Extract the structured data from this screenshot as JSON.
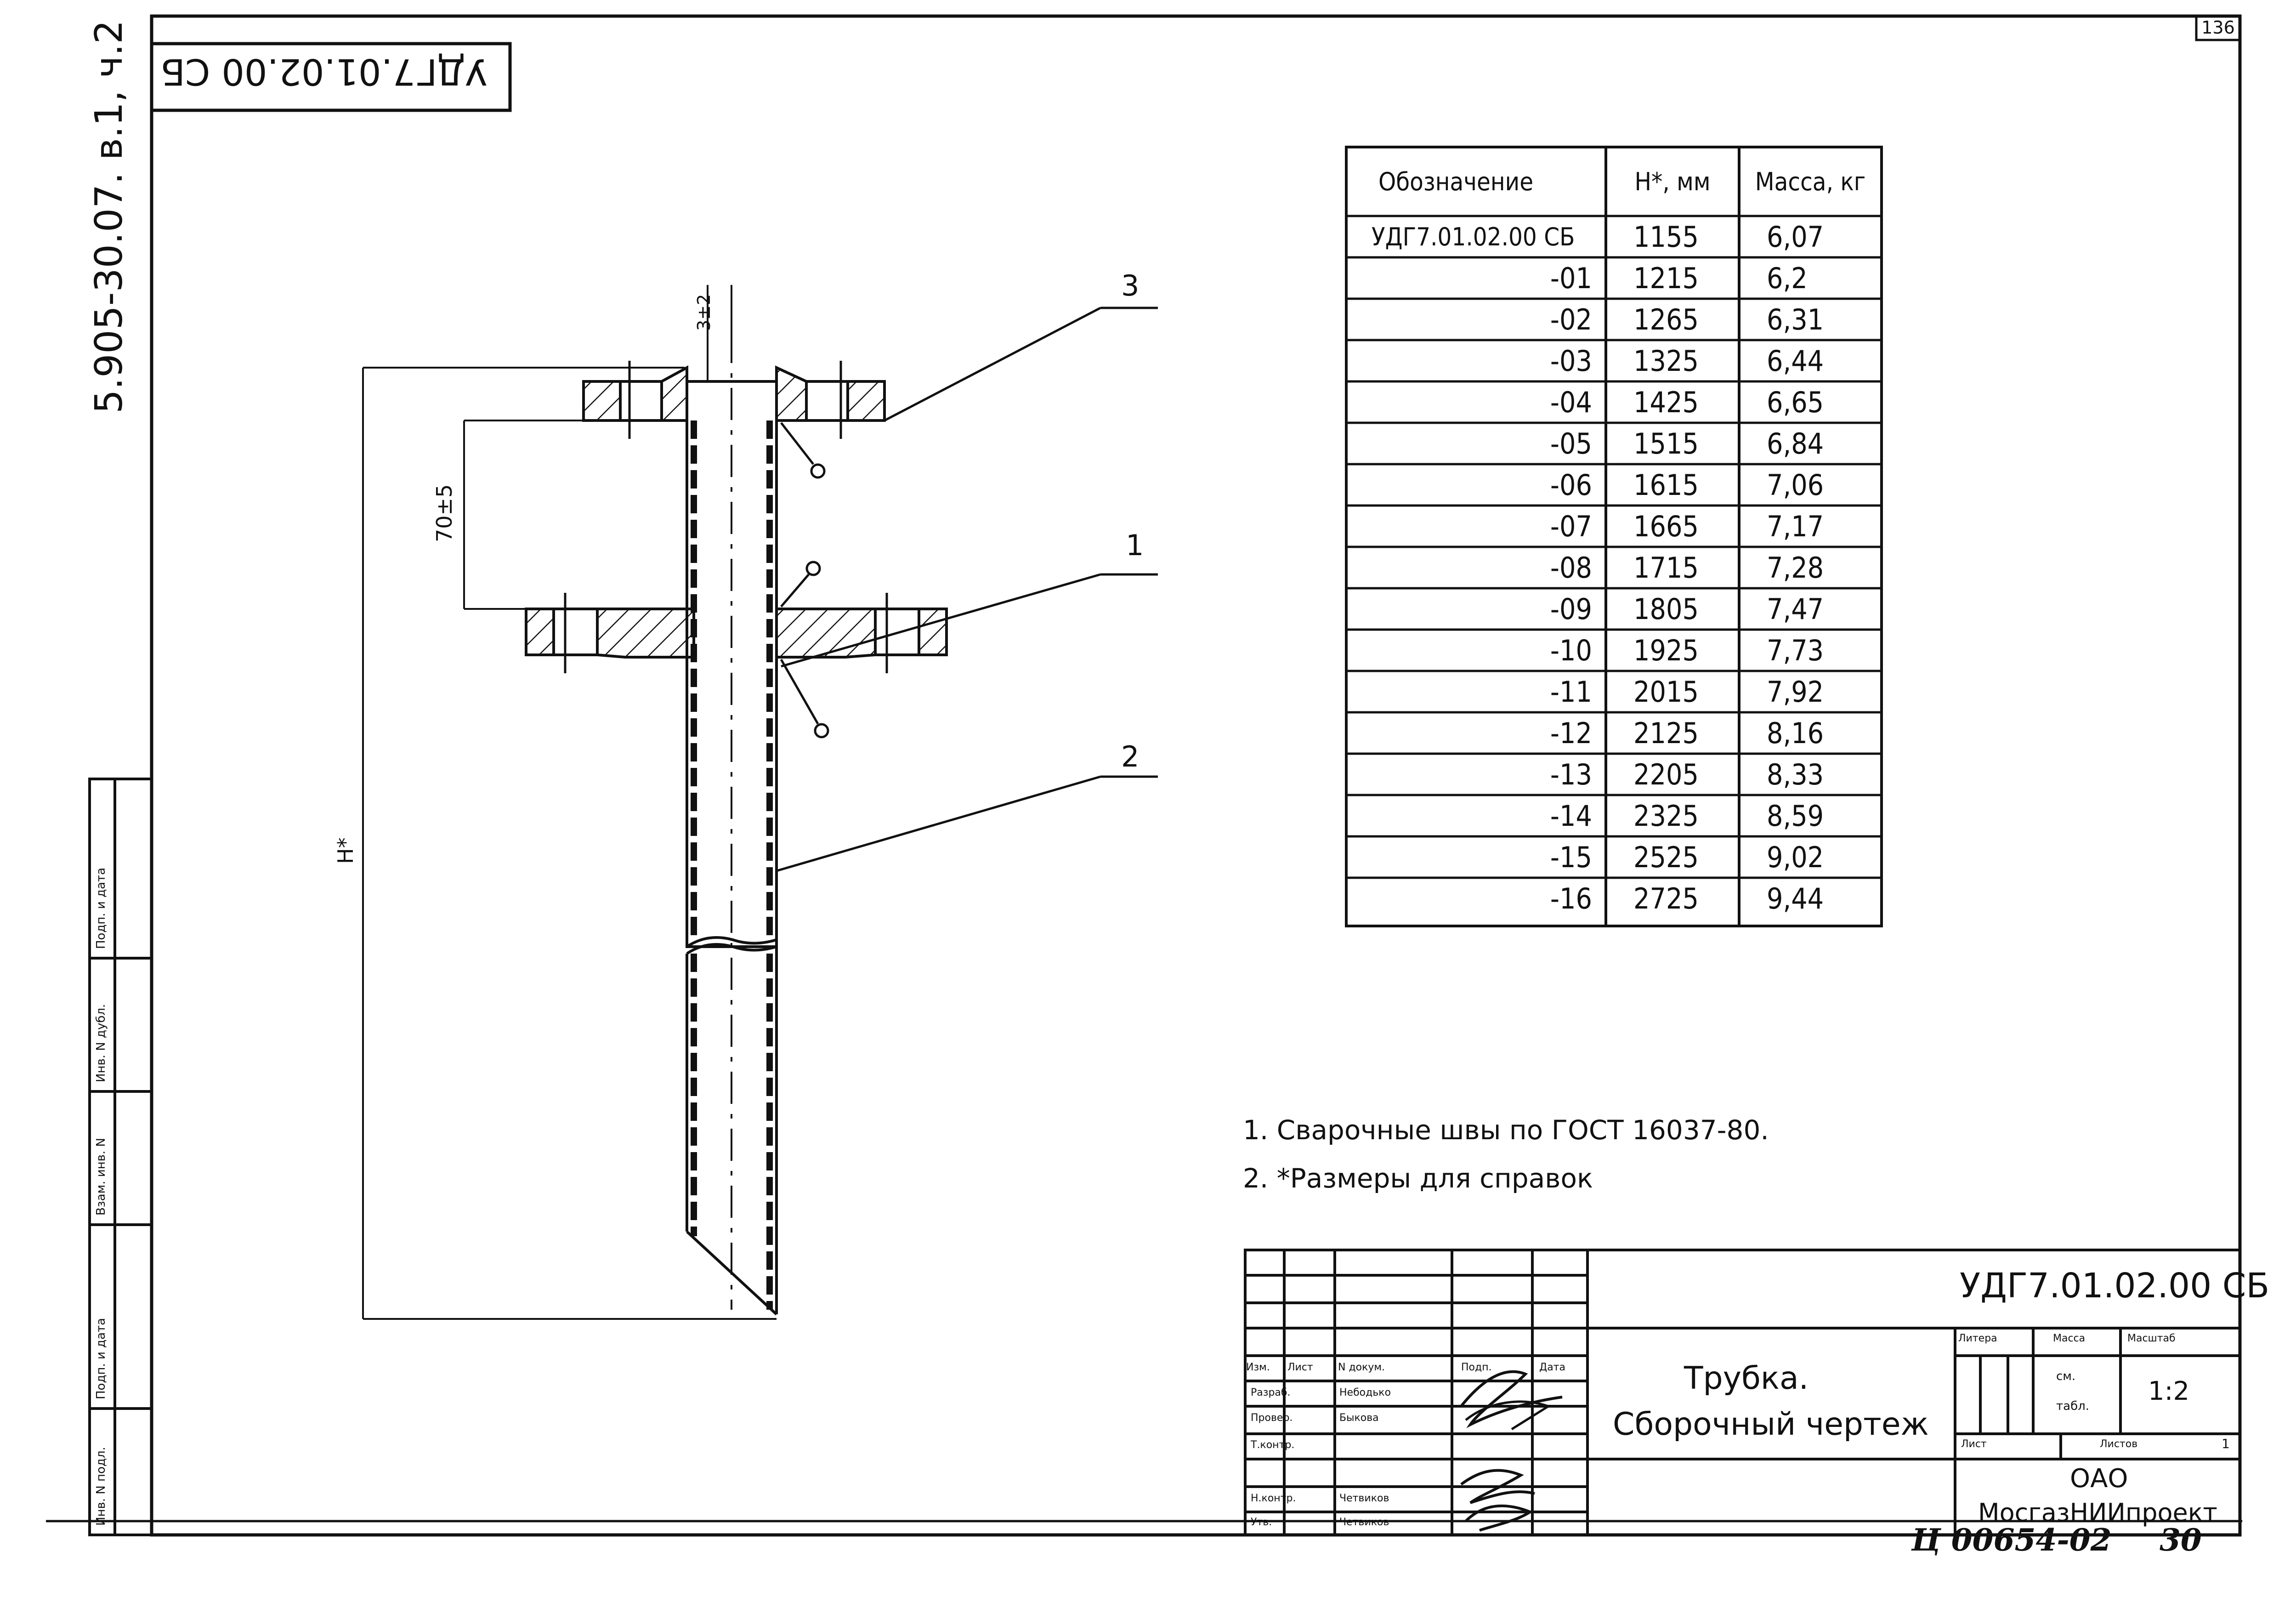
{
  "sheet_number": "136",
  "stamp_code_rotated": "УДГ7.01.02.00 СБ",
  "side_code": "5.905-30.07. в.1, ч.2",
  "side_stamp_labels": [
    "Инв. N подл.",
    "Подп. и дата",
    "Взам. инв. N",
    "Инв. N дубл.",
    "Подп. и дата"
  ],
  "drawing": {
    "callouts": [
      "3",
      "1",
      "2"
    ],
    "dim_top": "3±2",
    "dim_mid": "70±5",
    "dim_height": "H*"
  },
  "table": {
    "headers": [
      "Обозначение",
      "Н*, мм",
      "Масса, кг"
    ],
    "rows": [
      [
        "УДГ7.01.02.00 СБ",
        "1155",
        "6,07"
      ],
      [
        "-01",
        "1215",
        "6,2"
      ],
      [
        "-02",
        "1265",
        "6,31"
      ],
      [
        "-03",
        "1325",
        "6,44"
      ],
      [
        "-04",
        "1425",
        "6,65"
      ],
      [
        "-05",
        "1515",
        "6,84"
      ],
      [
        "-06",
        "1615",
        "7,06"
      ],
      [
        "-07",
        "1665",
        "7,17"
      ],
      [
        "-08",
        "1715",
        "7,28"
      ],
      [
        "-09",
        "1805",
        "7,47"
      ],
      [
        "-10",
        "1925",
        "7,73"
      ],
      [
        "-11",
        "2015",
        "7,92"
      ],
      [
        "-12",
        "2125",
        "8,16"
      ],
      [
        "-13",
        "2205",
        "8,33"
      ],
      [
        "-14",
        "2325",
        "8,59"
      ],
      [
        "-15",
        "2525",
        "9,02"
      ],
      [
        "-16",
        "2725",
        "9,44"
      ]
    ]
  },
  "notes": [
    "1. Сварочные швы по ГОСТ 16037-80.",
    "2. *Размеры для справок"
  ],
  "title_block": {
    "code": "УДГ7.01.02.00 СБ",
    "title_line1": "Трубка.",
    "title_line2": "Сборочный чертеж",
    "col_headers": [
      "Изм.",
      "Лист",
      "N докум.",
      "Подп.",
      "Дата"
    ],
    "roles": [
      "Разраб.",
      "Провер.",
      "Т.контр.",
      "",
      "Н.контр.",
      "Утв."
    ],
    "names": [
      "Небодько",
      "Быкова",
      "",
      "",
      "Четвиков",
      "Четвиков"
    ],
    "litera_label": "Литера",
    "mass_label": "Масса",
    "scale_label": "Масштаб",
    "mass_value_1": "см.",
    "mass_value_2": "табл.",
    "scale_value": "1:2",
    "sheet_label": "Лист",
    "sheets_label": "Листов",
    "sheets_value": "1",
    "org_line1": "ОАО",
    "org_line2": "МосгазНИИпроект"
  },
  "handwritten": "Ц 00654-02",
  "handwritten_page": "30"
}
